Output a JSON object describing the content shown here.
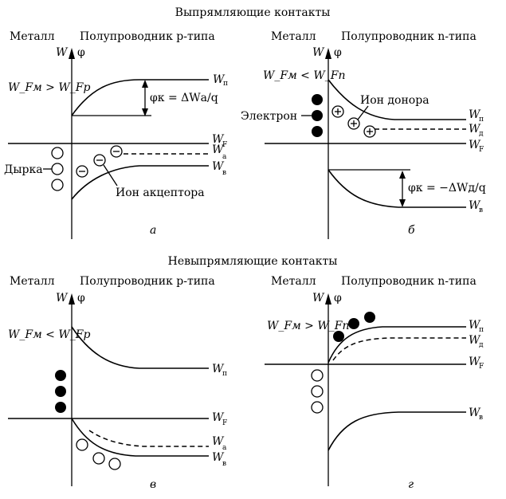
{
  "headings": {
    "rectifying": "Выпрямляющие контакты",
    "nonrectifying": "Невыпрямляющие контакты"
  },
  "labels": {
    "metal": "Металл",
    "semi_p": "Полупроводник p-типа",
    "semi_n": "Полупроводник n-типа",
    "W": "W",
    "phi": "φ",
    "hole": "Дырка",
    "electron": "Электрон",
    "acceptor_ion": "Ион акцептора",
    "donor_ion": "Ион донора",
    "W_main": "W",
    "sub_p": "п",
    "sub_F": "F",
    "sub_a": "а",
    "sub_v": "в",
    "sub_d": "д"
  },
  "formulas": {
    "a_cond": "W_Fм > W_Fp",
    "a_phi": "φк = ΔWа/q",
    "b_cond": "W_Fм < W_Fn",
    "b_phi": "φк = −ΔWд/q",
    "v_cond": "W_Fм < W_Fp",
    "g_cond": "W_Fм > W_Fn"
  },
  "panel_letters": {
    "a": "а",
    "b": "б",
    "v": "в",
    "g": "г"
  },
  "colors": {
    "ink": "#000000",
    "background": "#ffffff"
  }
}
